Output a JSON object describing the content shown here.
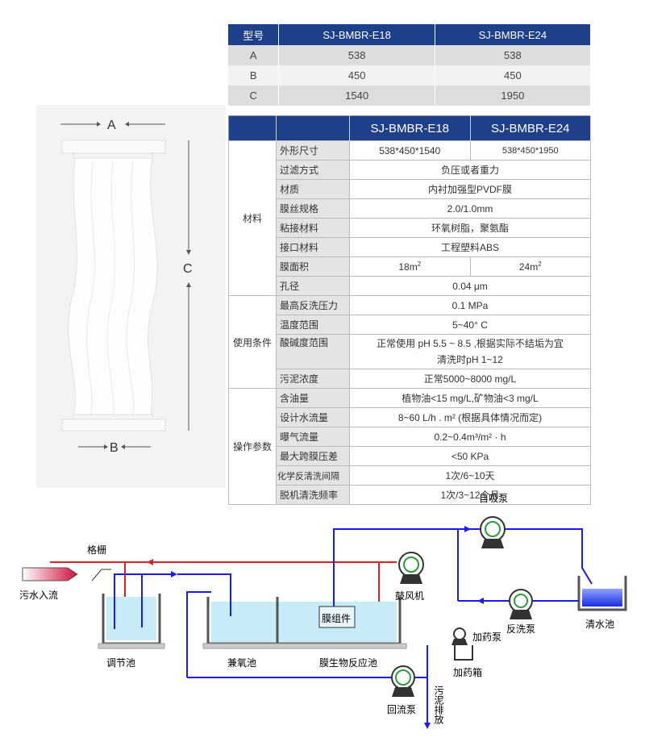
{
  "top_table": {
    "headers": [
      "型号",
      "SJ-BMBR-E18",
      "SJ-BMBR-E24"
    ],
    "rows": [
      [
        "A",
        "538",
        "538"
      ],
      [
        "B",
        "450",
        "450"
      ],
      [
        "C",
        "1540",
        "1950"
      ]
    ]
  },
  "photo": {
    "dim_a": "A",
    "dim_b": "B",
    "dim_c": "C"
  },
  "spec_table": {
    "headers": [
      "",
      "",
      "SJ-BMBR-E18",
      "SJ-BMBR-E24"
    ],
    "categories": {
      "material": "材料",
      "conditions": "使用条件",
      "operation": "操作参数"
    },
    "rows": {
      "size": {
        "label": "外形尺寸",
        "e18": "538*450*1540",
        "e24": "538*450*1950"
      },
      "filter": {
        "label": "过滤方式",
        "value": "负压或者重力"
      },
      "membrane": {
        "label": "材质",
        "value": "内衬加强型PVDF膜"
      },
      "fiber": {
        "label": "膜丝规格",
        "value": "2.0/1.0mm"
      },
      "adhesive": {
        "label": "粘接材料",
        "value": "环氧树脂，聚氨酯"
      },
      "port": {
        "label": "接口材料",
        "value": "工程塑料ABS"
      },
      "area": {
        "label": "膜面积",
        "e18": "18m",
        "e24": "24m",
        "sup": "2"
      },
      "pore": {
        "label": "孔径",
        "value": "0.04 μm"
      },
      "backwash": {
        "label": "最高反洗压力",
        "value": "0.1 MPa"
      },
      "temp": {
        "label": "温度范围",
        "value": "5~40° C"
      },
      "ph": {
        "label": "酸碱度范围",
        "value_1": "正常使用   pH 5.5 ~ 8.5 ,根据实际不结垢为宜",
        "value_2": "清洗时pH 1~12"
      },
      "sludge": {
        "label": "污泥浓度",
        "value": "正常5000~8000 mg/L"
      },
      "oil": {
        "label": "含油量",
        "value": "植物油<15 mg/L,矿物油<3 mg/L"
      },
      "flow": {
        "label": "设计水流量",
        "value": "8~60 L/h . m² (根据具体情况而定)"
      },
      "aeration": {
        "label": "曝气流量",
        "value": "0.2~0.4m³/m² · h"
      },
      "tmp": {
        "label": "最大跨膜压差",
        "value": "<50 KPa"
      },
      "chem_wash": {
        "label": "化学反清洗间隔",
        "value": "1次/6~10天"
      },
      "offline_wash": {
        "label": "脱机清洗频率",
        "value": "1次/3~12个月"
      }
    }
  },
  "diagram": {
    "self_priming_pump": "自吸泵",
    "grille": "格栅",
    "inflow": "污水入流",
    "blower": "鼓风机",
    "clean_tank": "清水池",
    "backwash_pump": "反洗泵",
    "dosing_pump": "加药泵",
    "dosing_box": "加药箱",
    "regulating_tank": "调节池",
    "anoxic_tank": "兼氧池",
    "mbr_tank": "膜生物反应池",
    "membrane_module": "膜组件",
    "return_pump": "回流泵",
    "sludge_discharge": "污泥排放",
    "colors": {
      "water": "#1a1aff",
      "air": "#e02020",
      "tank_fill": "#c8ecf7"
    }
  }
}
